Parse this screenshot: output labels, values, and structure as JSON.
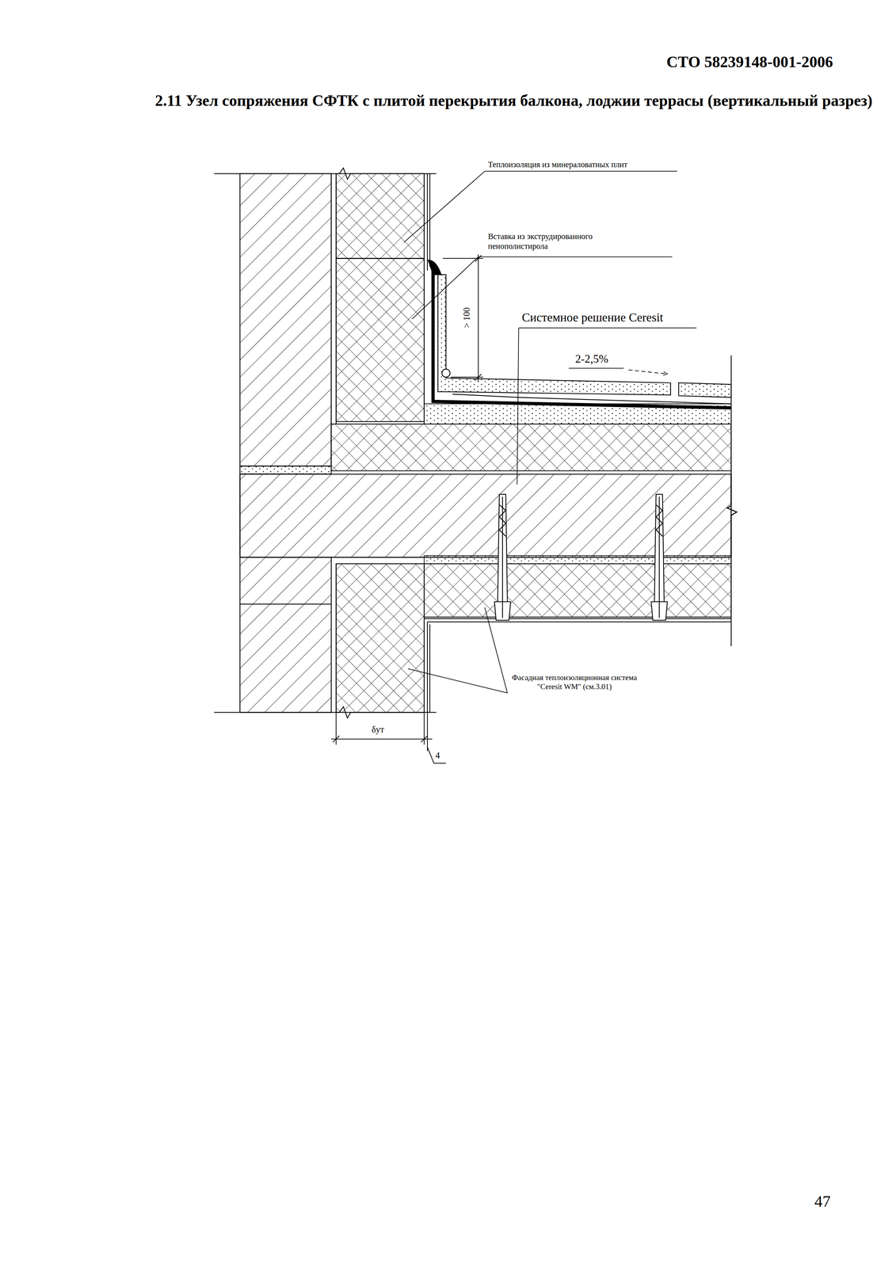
{
  "diagram": {
    "title": "2.11 Узел сопряжения СФТК с плитой перекрытия балкона, лоджии террасы (вертикальный разрез)",
    "labels": [
      "СТО 58239148-001-2006",
      "Теплоизоляция из минераловатных плит",
      "Вставка из экструдированного пенополистирола",
      "> 100",
      "Системное решение Ceresit",
      "2-2,5%",
      "Фасадная теплоизоляционная система \"Ceresit WM\" (см.3.01)",
      "δут",
      "4",
      "47"
    ]
  }
}
